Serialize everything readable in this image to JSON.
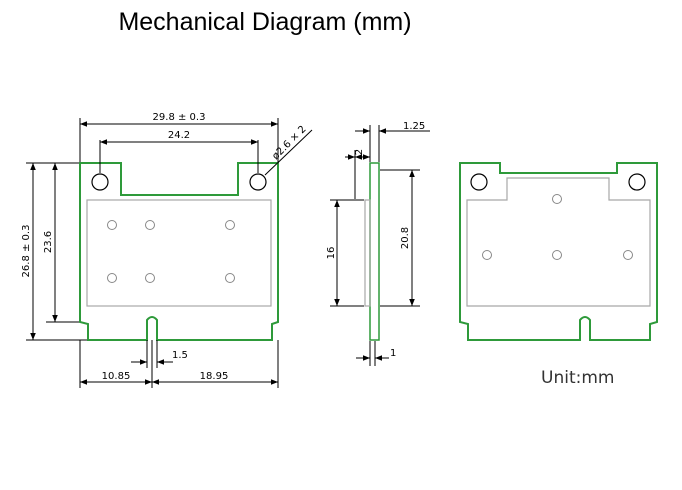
{
  "title": "Mechanical Diagram (mm)",
  "colors": {
    "board_outline": "#2e9a3a",
    "inner_area": "#a8a8a8",
    "dimension_lines": "#000000"
  },
  "front_view": {
    "width_label": "29.8 ± 0.3",
    "hole_spacing_label": "24.2",
    "hole_label": "ø2.6 × 2",
    "height_label": "26.8 ± 0.3",
    "inner_height_label": "23.6",
    "notch_width_label": "1.5",
    "left_offset_label": "10.85",
    "right_offset_label": "18.95"
  },
  "side_view": {
    "top_label_a": "2",
    "top_label_b": "1.25",
    "left_height_label": "16",
    "right_height_label": "20.8",
    "bottom_label": "1"
  },
  "unit_label": "Unit:mm"
}
